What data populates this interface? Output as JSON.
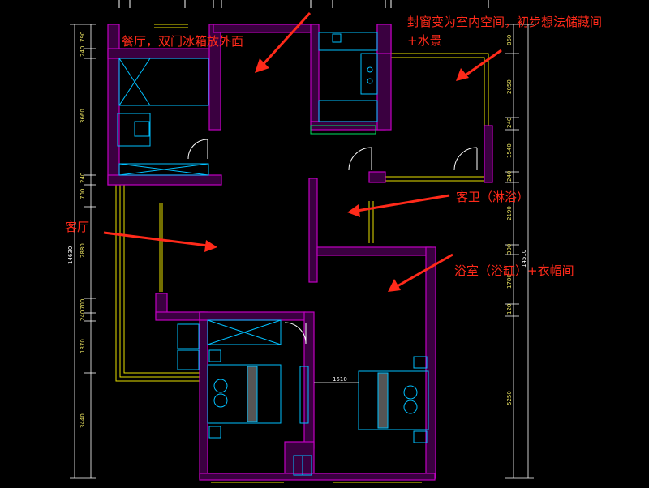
{
  "annotations": {
    "dining": "餐厅，双门冰箱放外面",
    "window_line1": "封窗变为室内空间，初步想法储藏间",
    "window_line2": "+水景",
    "guest_bath": "客卫（淋浴）",
    "living": "客厅",
    "bath": "浴室（浴缸）+衣帽间"
  },
  "dimensions": {
    "left": [
      "790",
      "240",
      "3660",
      "240",
      "700",
      "2880",
      "700",
      "240",
      "1370",
      "3440"
    ],
    "left_total": "14630",
    "right": [
      "860",
      "2050",
      "240",
      "1540",
      "240",
      "2190",
      "300",
      "1780",
      "120",
      "5250"
    ],
    "right_total": "14510",
    "inner": "1510"
  },
  "colors": {
    "wall": "#c000c0",
    "fixture": "#00c0ff",
    "window": "#e8e000",
    "annotation": "#ff2a1a"
  }
}
